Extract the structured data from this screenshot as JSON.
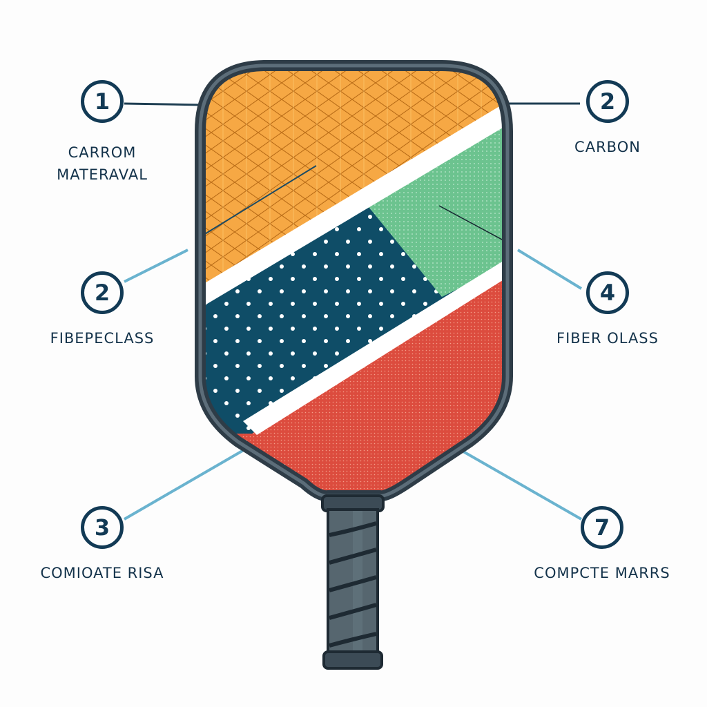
{
  "diagram": {
    "subject": "pickleball paddle",
    "colors": {
      "outline": "#2f3e4a",
      "frame": "#4a5a66",
      "orange": "#f5a540",
      "green": "#6cc38f",
      "navy": "#0e4c66",
      "red": "#dc4d3f",
      "stripe": "#ffffff",
      "leader_blue": "#6ab3cf",
      "leader_dark": "#1e3e52",
      "text": "#13324a"
    },
    "callouts": [
      {
        "number": "1",
        "label": "CARROM\nMATERAVAL",
        "side": "left",
        "position": "top"
      },
      {
        "number": "2",
        "label": "CARBON",
        "side": "right",
        "position": "top"
      },
      {
        "number": "2",
        "label": "FIBEPECLASS",
        "side": "left",
        "position": "middle"
      },
      {
        "number": "4",
        "label": "FIBER OLASS",
        "side": "right",
        "position": "middle"
      },
      {
        "number": "3",
        "label": "COMIOATE RISA",
        "side": "left",
        "position": "bottom"
      },
      {
        "number": "7",
        "label": "COMPCTE MARRS",
        "side": "right",
        "position": "bottom"
      }
    ],
    "regions": [
      {
        "name": "orange-textured-region",
        "pattern": "diamond crosshatch"
      },
      {
        "name": "green-region",
        "pattern": "fine dots"
      },
      {
        "name": "navy-region",
        "pattern": "white polka dots"
      },
      {
        "name": "red-region",
        "pattern": "fine dots"
      }
    ]
  }
}
